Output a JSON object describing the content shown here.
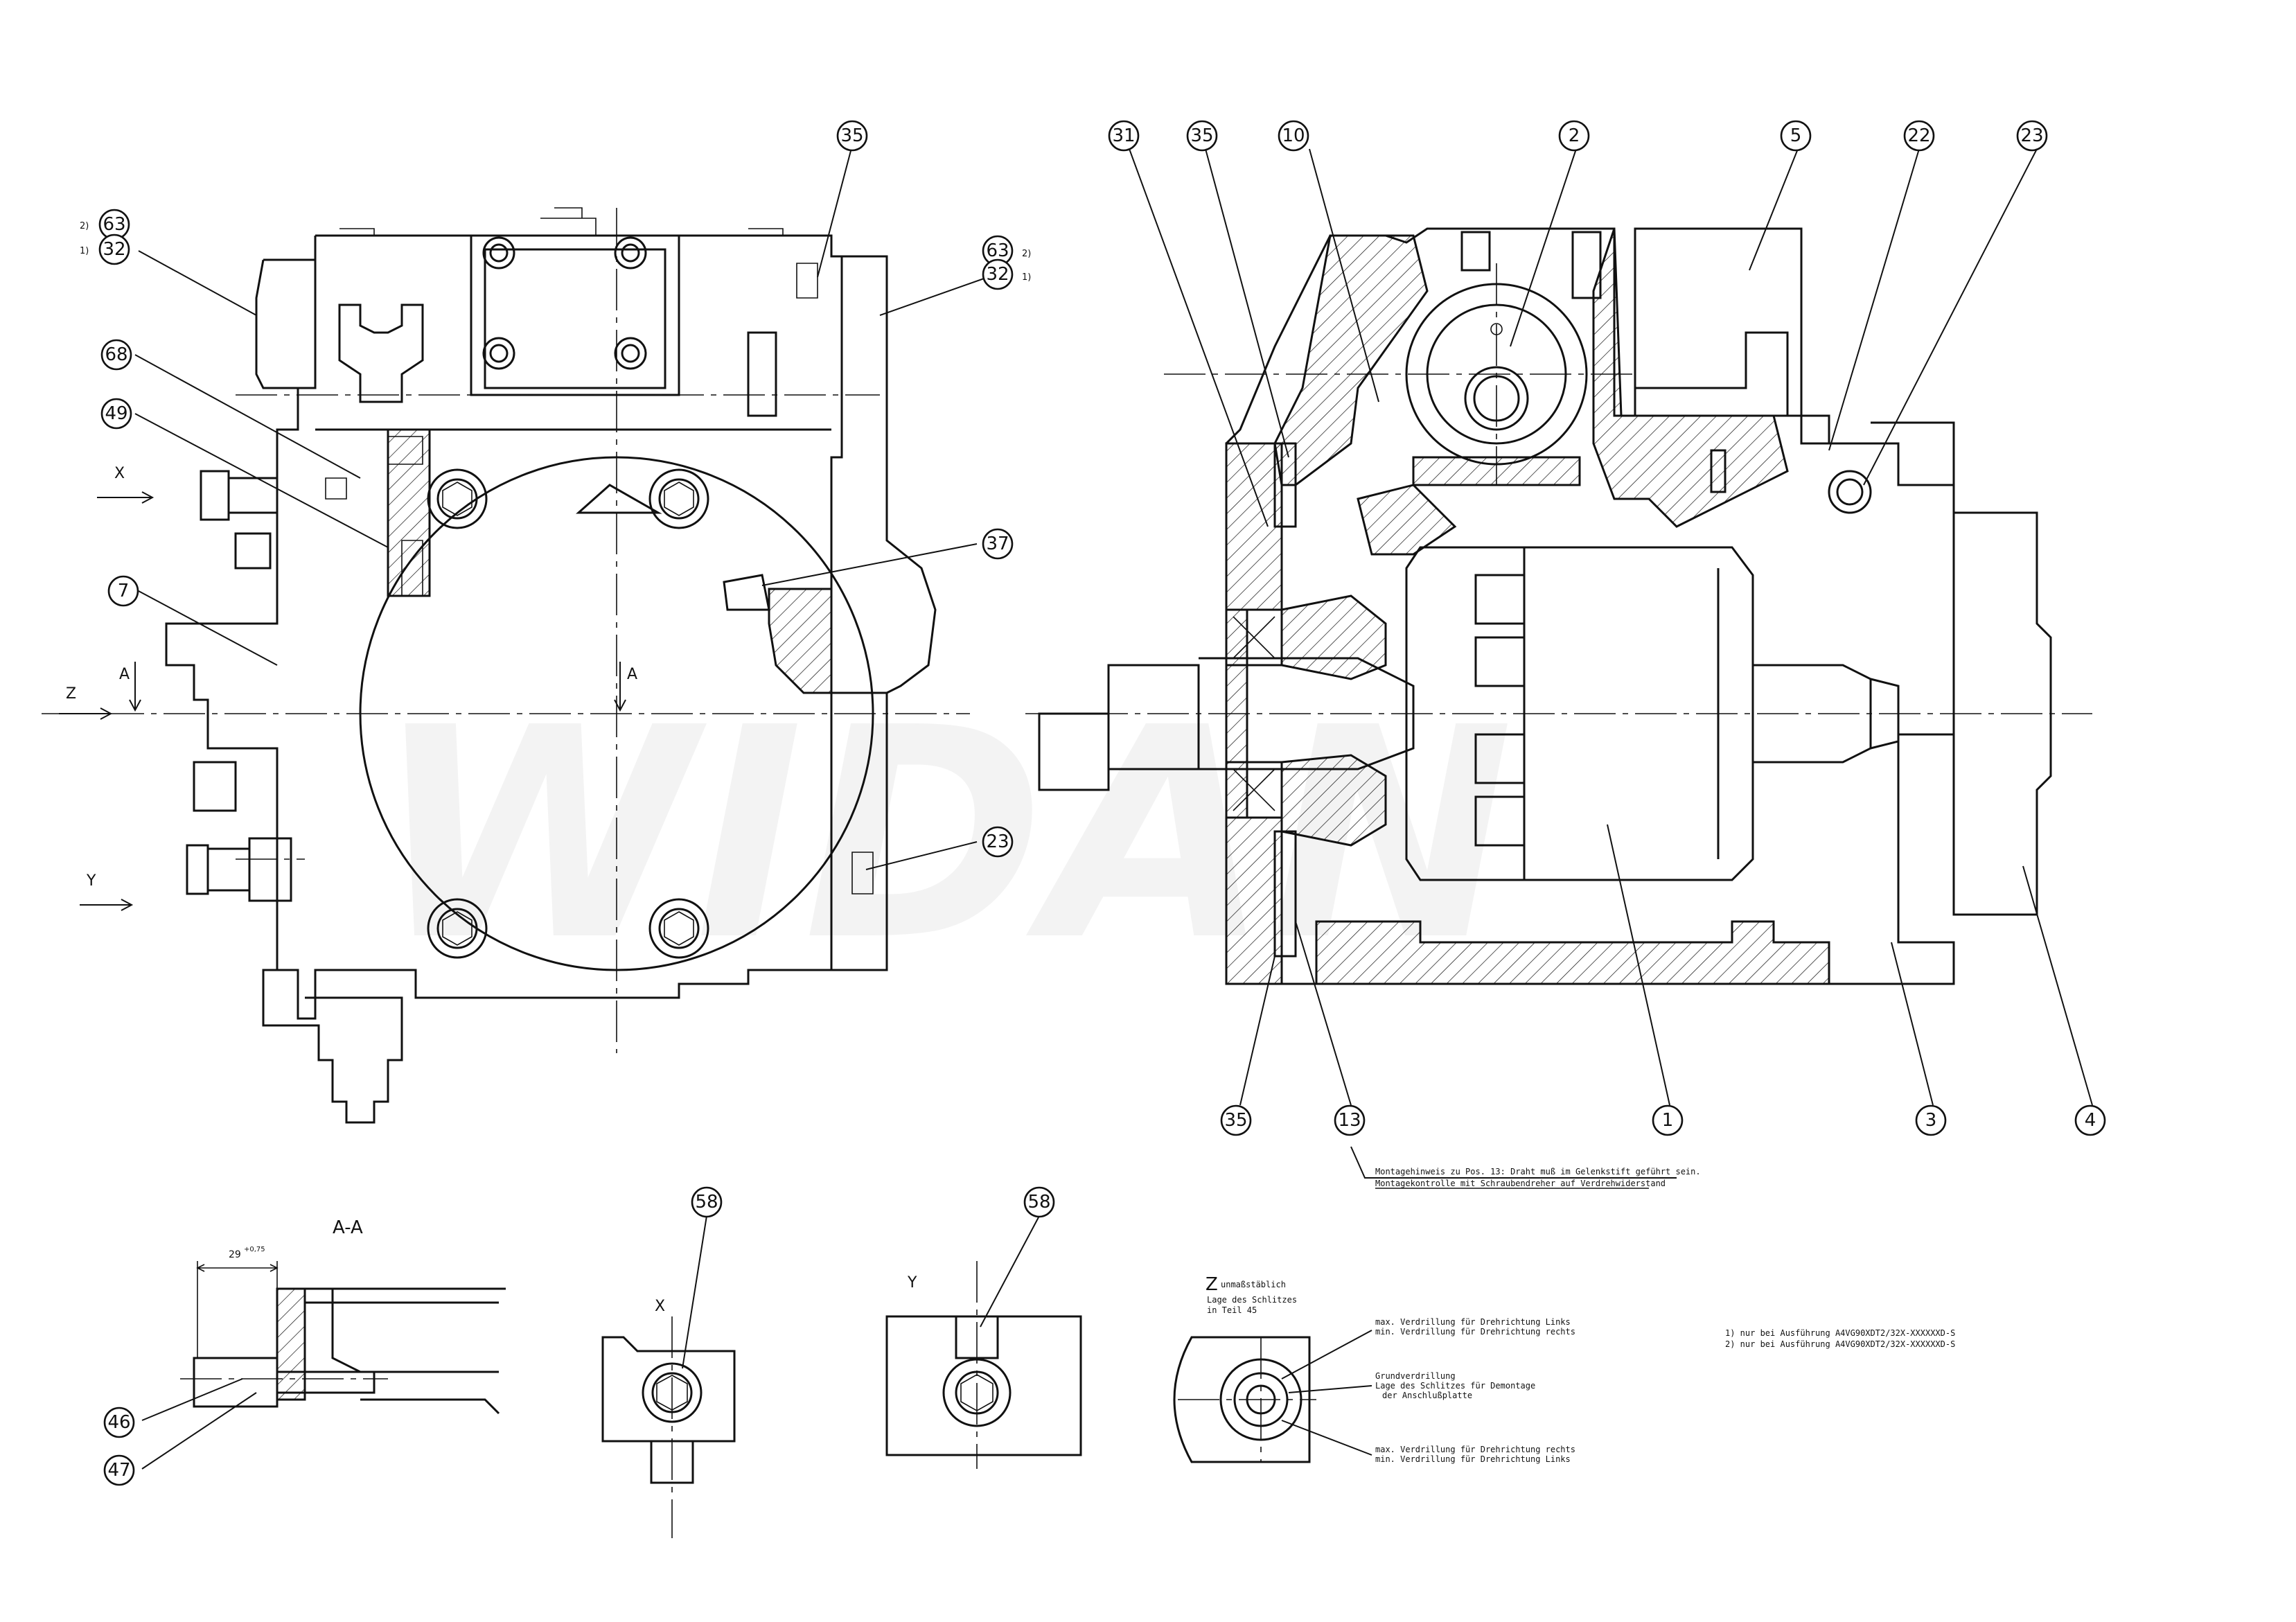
{
  "balloons": {
    "b63_left": "63",
    "b32_left": "32",
    "b68": "68",
    "b49": "49",
    "b7": "7",
    "b35_top_mid": "35",
    "b63_right": "63",
    "b32_right": "32",
    "b37": "37",
    "b23_mid": "23",
    "b31": "31",
    "b35_sec": "35",
    "b10": "10",
    "b2": "2",
    "b5": "5",
    "b22": "22",
    "b23_top": "23",
    "b35_bottom": "35",
    "b13": "13",
    "b1": "1",
    "b3": "3",
    "b4": "4",
    "b46": "46",
    "b47": "47",
    "b58_x": "58",
    "b58_y": "58"
  },
  "superscripts": {
    "two": "2)",
    "one": "1)"
  },
  "view_labels": {
    "x": "X",
    "y": "Y",
    "z": "Z",
    "a_left": "A",
    "a_right": "A",
    "section_aa": "A-A",
    "detail_x": "X",
    "detail_y": "Y"
  },
  "dimension": {
    "value": "29",
    "tolerance": "+0,75"
  },
  "assembly_note": {
    "line1": "Montagehinweis zu Pos. 13: Draht muß im Gelenkstift geführt sein.",
    "line2": "Montagekontrolle mit Schraubendreher auf Verdrehwiderstand"
  },
  "z_view": {
    "title": "Z",
    "scale": "unmaßstäblich",
    "sub1": "Lage des Schlitzes",
    "sub2": "in Teil 45",
    "max_left_1": "max. Verdrillung für Drehrichtung Links",
    "max_left_2": "min. Verdrillung für Drehrichtung rechts",
    "basic_1": "Grundverdrillung",
    "basic_2": "Lage des Schlitzes für Demontage",
    "basic_3": "der Anschlußplatte",
    "max_right_1": "max. Verdrillung für Drehrichtung rechts",
    "max_right_2": "min. Verdrillung für Drehrichtung Links"
  },
  "footnotes": {
    "note1": "1) nur bei Ausführung A4VG90XDT2/32X-XXXXXXD-S",
    "note2": "2) nur bei Ausführung A4VG90XDT2/32X-XXXXXXD-S"
  },
  "watermark": "WIDAN"
}
